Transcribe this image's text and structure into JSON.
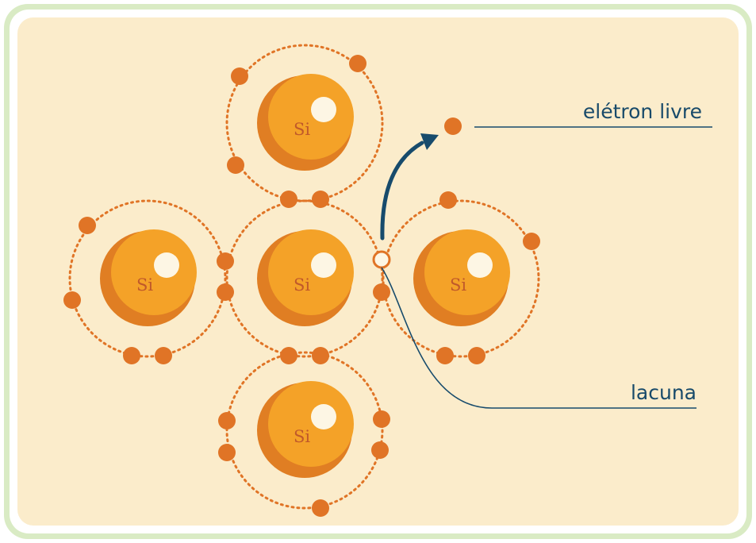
{
  "atoms": [
    {
      "id": "top",
      "symbol": "Si"
    },
    {
      "id": "left",
      "symbol": "Si"
    },
    {
      "id": "center",
      "symbol": "Si"
    },
    {
      "id": "right",
      "symbol": "Si"
    },
    {
      "id": "bottom",
      "symbol": "Si"
    }
  ],
  "labels": {
    "free_electron": "elétron livre",
    "hole": "lacuna"
  },
  "colors": {
    "background": "#fbeccb",
    "frame": "#d9ebc4",
    "nucleus": "#f4a228",
    "nucleus_shadow": "#e07e23",
    "highlight": "#fdf6e4",
    "electron": "#e07426",
    "orbit": "#e07426",
    "arrow": "#174b6c",
    "leader_line": "#174b6c",
    "label_text": "#184a6a"
  }
}
